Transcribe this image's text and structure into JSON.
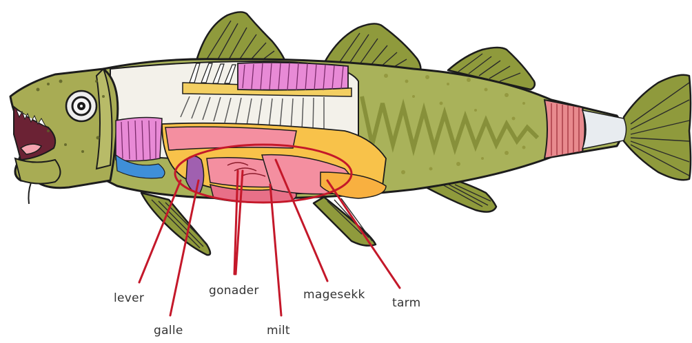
{
  "diagram": {
    "subject": "cod anatomy",
    "highlight_color": "#c4182a",
    "labels": {
      "lever": "lever",
      "galle": "galle",
      "gonader": "gonader",
      "milt": "milt",
      "magesekk": "magesekk",
      "tarm": "tarm"
    }
  },
  "colors": {
    "skin": "#a9b25a",
    "skin_dark": "#7c8430",
    "head": "#a8ac54",
    "fin": "#8f9a3c",
    "muscle_pink": "#e88ad6",
    "gut_pink": "#f48fa0",
    "liver_yellow": "#f8c24a",
    "gill_blue": "#3f8fd8",
    "tail_band": "#e88a8e"
  }
}
